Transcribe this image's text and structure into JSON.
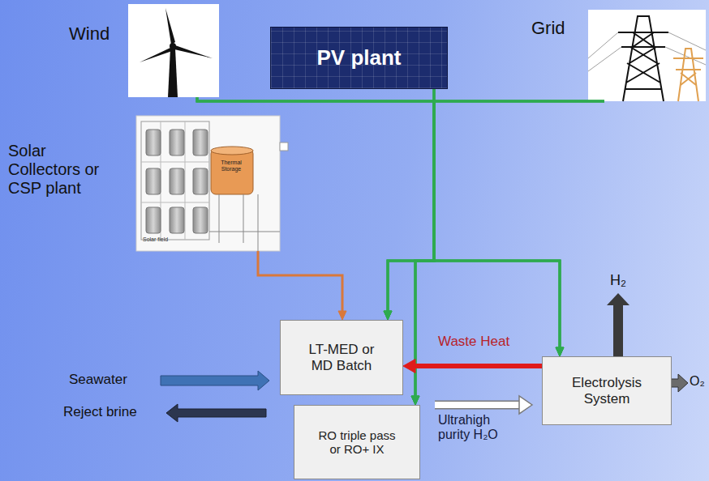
{
  "diagram": {
    "nodes": [
      {
        "text": [
          "Wind"
        ]
      },
      {
        "text": [
          "PV plant"
        ]
      },
      {
        "text": [
          "Grid"
        ]
      },
      {
        "text": [
          "Solar Collectors or CSP plant"
        ]
      },
      {
        "text": [
          "LT-MED or MD Batch"
        ]
      },
      {
        "text": [
          "RO triple pass or RO+ IX"
        ]
      },
      {
        "text": [
          "Electrolysis System"
        ]
      }
    ],
    "edges": [
      {
        "from": 0,
        "to": 4,
        "arrow": "to"
      },
      {
        "from": 0,
        "to": 5,
        "arrow": "to"
      },
      {
        "from": 0,
        "to": 6,
        "arrow": "to"
      },
      {
        "from": 1,
        "to": 4,
        "arrow": "to"
      },
      {
        "from": 1,
        "to": 5,
        "arrow": "to"
      },
      {
        "from": 1,
        "to": 6,
        "arrow": "to"
      },
      {
        "from": 2,
        "to": 4,
        "arrow": "to"
      },
      {
        "from": 2,
        "to": 5,
        "arrow": "to"
      },
      {
        "from": 2,
        "to": 6,
        "arrow": "to"
      },
      {
        "from": 3,
        "to": 4,
        "arrow": "to"
      },
      {
        "from": 6,
        "to": 4,
        "label": "Waste Heat",
        "arrow": "to"
      },
      {
        "from": 5,
        "to": 6,
        "label": "Ultrahigh purity H₂O",
        "arrow": "to"
      }
    ],
    "labels": [
      "Seawater",
      "Reject brine",
      "H₂",
      "O₂",
      "Thermal Storage",
      "Solar field"
    ]
  }
}
